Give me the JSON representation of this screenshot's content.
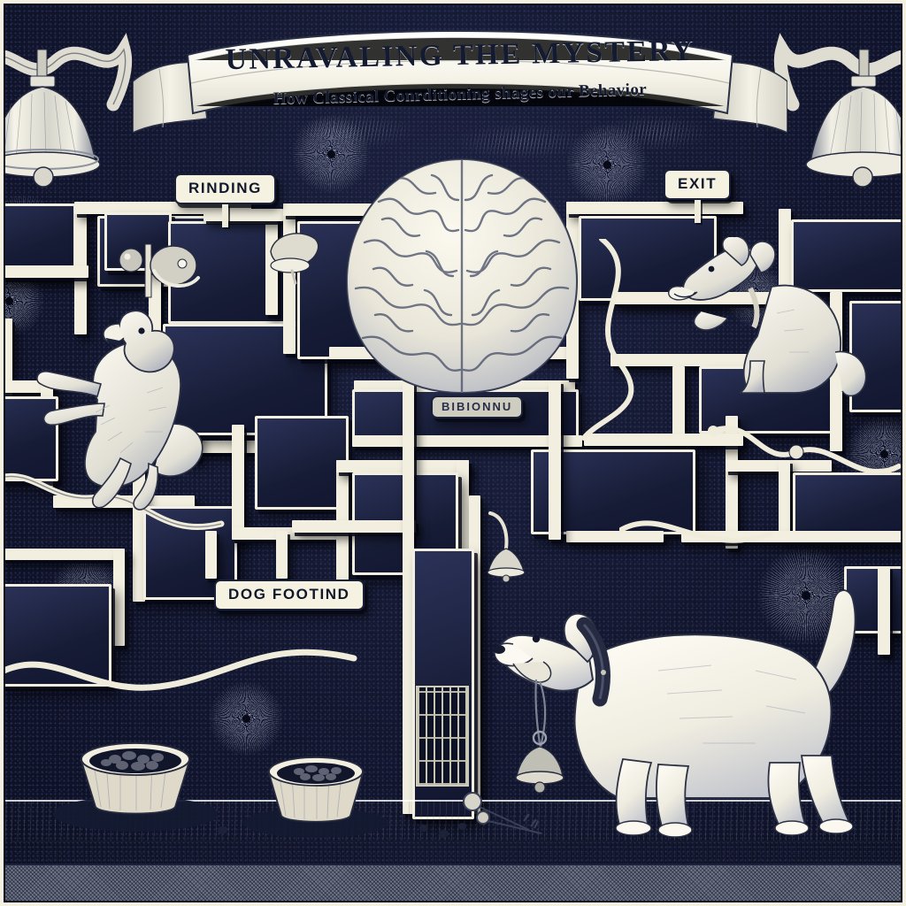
{
  "artwork": {
    "style": "vintage engraving illustration",
    "palette": {
      "background_dark": "#141830",
      "ink_cream": "#f2efe0",
      "line_dark": "#11162b",
      "floor_wood": "#f3efe0",
      "floor_base_gray": "#6f7687"
    }
  },
  "banner": {
    "title": "UNRAVALING THE MYSTERY",
    "subtitle": "How Classical Conrditioning shages our Behavior"
  },
  "labels": {
    "left_sign": "RINDING",
    "right_sign": "EXIT",
    "bottom_sign": "DOG FOOTIND",
    "center_sign": "BIBIONNU"
  },
  "scene": {
    "maze_caption": "labyrinth maze of cream walls on dark stippled ground",
    "brain": "human-brain-top-view",
    "bells": [
      {
        "position": "top-left",
        "name": "hanging-bell-left"
      },
      {
        "position": "top-right",
        "name": "hanging-bell-right"
      },
      {
        "position": "center-maze",
        "name": "small-hanging-bell"
      },
      {
        "position": "dog-chain",
        "name": "collar-chain-bell"
      }
    ],
    "dogs": [
      {
        "name": "terrier-leaping",
        "position": "left-maze"
      },
      {
        "name": "dog-sitting",
        "position": "top-right-maze"
      },
      {
        "name": "labrador-standing",
        "position": "foreground-right"
      }
    ],
    "food_bowls": [
      {
        "name": "food-bowl-left",
        "contents": "kibble"
      },
      {
        "name": "food-bowl-right",
        "contents": "kibble"
      }
    ],
    "props": [
      {
        "name": "keys-on-floor"
      },
      {
        "name": "scattered-kibble"
      },
      {
        "name": "gate-grate"
      },
      {
        "name": "rope-strands"
      },
      {
        "name": "starburst-motifs"
      }
    ]
  }
}
